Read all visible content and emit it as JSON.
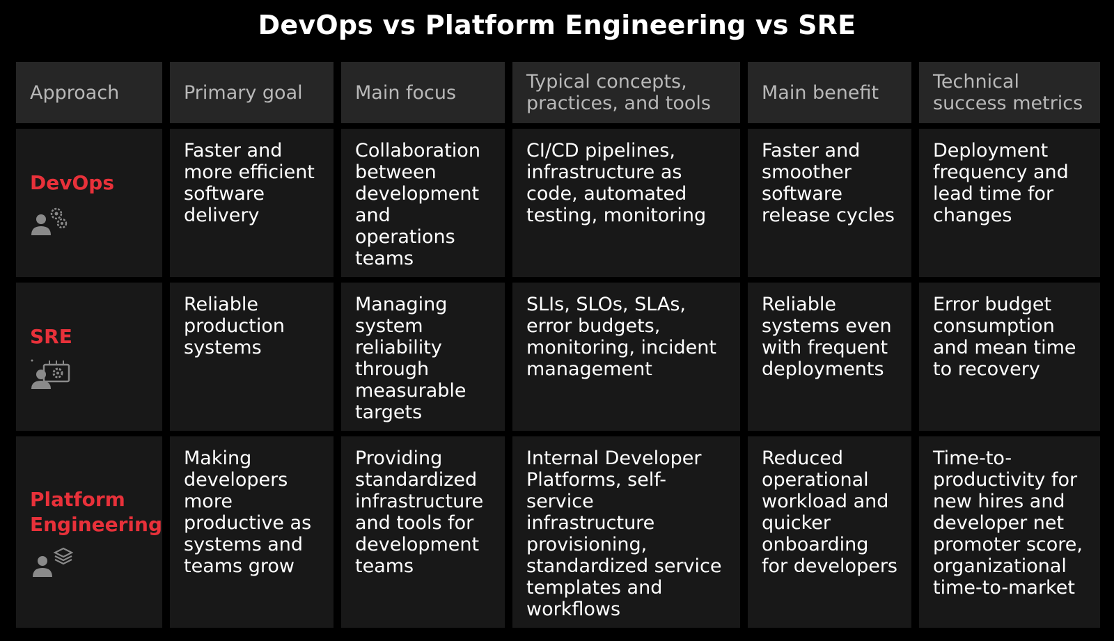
{
  "title": "DevOps vs Platform Engineering vs SRE",
  "accent_color": "#e8313a",
  "headers": [
    "Approach",
    "Primary goal",
    "Main focus",
    "Typical concepts, practices, and tools",
    "Main benefit",
    "Technical success metrics"
  ],
  "rows": [
    {
      "approach": "DevOps",
      "icon": "person-gears-icon",
      "primary_goal": "Faster and more efficient software delivery",
      "main_focus": "Collaboration between development and operations teams",
      "concepts": "CI/CD pipelines, infrastructure as code, automated testing, monitoring",
      "benefit": "Faster and smoother software release cycles",
      "metrics": "Deployment frequency and lead time for changes"
    },
    {
      "approach": "SRE",
      "icon": "person-monitor-gear-icon",
      "primary_goal": "Reliable production systems",
      "main_focus": "Managing system reliability through measurable targets",
      "concepts": "SLIs, SLOs, SLAs, error budgets, monitoring, incident management",
      "benefit": "Reliable systems even with frequent deployments",
      "metrics": "Error budget consumption and mean time to recovery"
    },
    {
      "approach": "Platform Engineering",
      "icon": "person-layers-icon",
      "primary_goal": "Making developers more productive as systems and teams grow",
      "main_focus": "Providing standardized infrastructure and tools for development teams",
      "concepts": "Internal Developer Platforms, self-service infrastructure provisioning, standardized service templates and workflows",
      "benefit": "Reduced operational workload and quicker onboarding for developers",
      "metrics": "Time-to-productivity for new hires and developer net promoter score, organizational time-to-market"
    }
  ]
}
